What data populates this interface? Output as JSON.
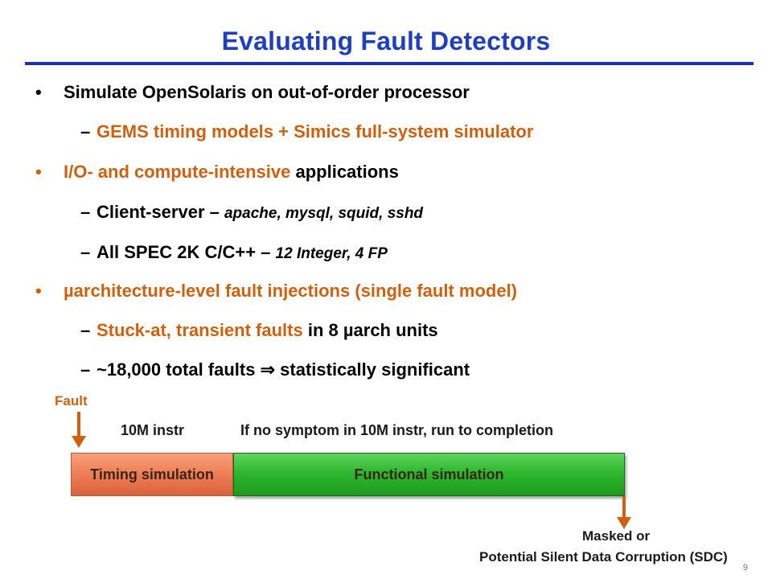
{
  "title": "Evaluating Fault Detectors",
  "bullets": {
    "b1": "Simulate OpenSolaris on out-of-order processor",
    "b1_sub": "GEMS timing models + Simics full-system simulator",
    "b2_orange": "I/O- and compute-intensive",
    "b2_black": " applications",
    "b2_sub1_text": "Client-server – ",
    "b2_sub1_ital": "apache, mysql, squid, sshd",
    "b2_sub2_text": "All SPEC 2K C/C++ – ",
    "b2_sub2_ital": "12 Integer, 4 FP",
    "b3": "µarchitecture-level fault injections (single fault model)",
    "b3_sub1_orange": "Stuck-at, transient faults",
    "b3_sub1_black": " in 8 µarch units",
    "b3_sub2_pre": "~18,000 total faults ",
    "b3_sub2_arrow": "⇒",
    "b3_sub2_post": " statistically significant",
    "bullet_glyph": "•",
    "dash_glyph": "–"
  },
  "diagram": {
    "fault_label": "Fault",
    "instr_label": "10M instr",
    "no_symptom_label": "If no symptom in 10M instr, run to completion",
    "timing_box": "Timing simulation",
    "functional_box": "Functional simulation",
    "outcome_line1": "Masked or",
    "outcome_line2": "Potential Silent Data Corruption (SDC)"
  },
  "page_number": "9",
  "colors": {
    "title": "#1f3fbf",
    "accent_orange": "#d0600e",
    "timing_box": "#ec7a52",
    "functional_box": "#2eb82e"
  }
}
